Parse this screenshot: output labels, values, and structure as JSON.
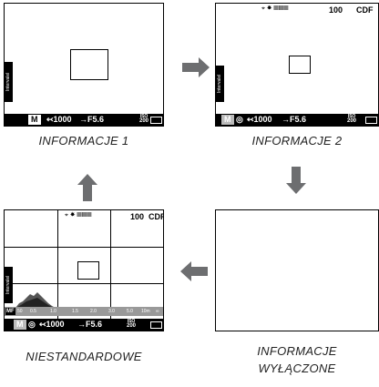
{
  "screens": {
    "info1": {
      "caption": "INFORMACJE 1",
      "side_label": "Intervalel",
      "mode": "M",
      "shutter": "↢1000",
      "aperture": "→F5.6",
      "iso_top": "ISO",
      "iso_value": "200"
    },
    "info2": {
      "caption": "INFORMACJE 2",
      "side_label": "Intervalel",
      "top_value": "100",
      "top_icon": "CDF",
      "top_icons": "⌖ ☀ ▤▤▤",
      "mode": "M",
      "metering": "◎",
      "shutter": "↢1000",
      "aperture": "→F5.6",
      "iso_top": "ISO",
      "iso_value": "200"
    },
    "custom": {
      "caption": "NIESTANDARDOWE",
      "side_label": "Intervalel",
      "top_value": "100",
      "top_icon": "CDF",
      "top_icons": "⌖ ☀ ▤▤▤",
      "mf": "MF",
      "scale": [
        "50",
        "0.5",
        "1.0",
        "1.5",
        "2.0",
        "3.0",
        "5.0",
        "10m",
        "∞"
      ],
      "mode": "M",
      "metering": "◎",
      "shutter": "↢1000",
      "aperture": "→F5.6",
      "iso_top": "ISO",
      "iso_value": "200"
    },
    "off": {
      "caption_line1": "INFORMACJE",
      "caption_line2": "WYŁĄCZONE"
    }
  },
  "arrows": {
    "right": "arrow-right",
    "down": "arrow-down",
    "left": "arrow-left",
    "up": "arrow-up"
  }
}
